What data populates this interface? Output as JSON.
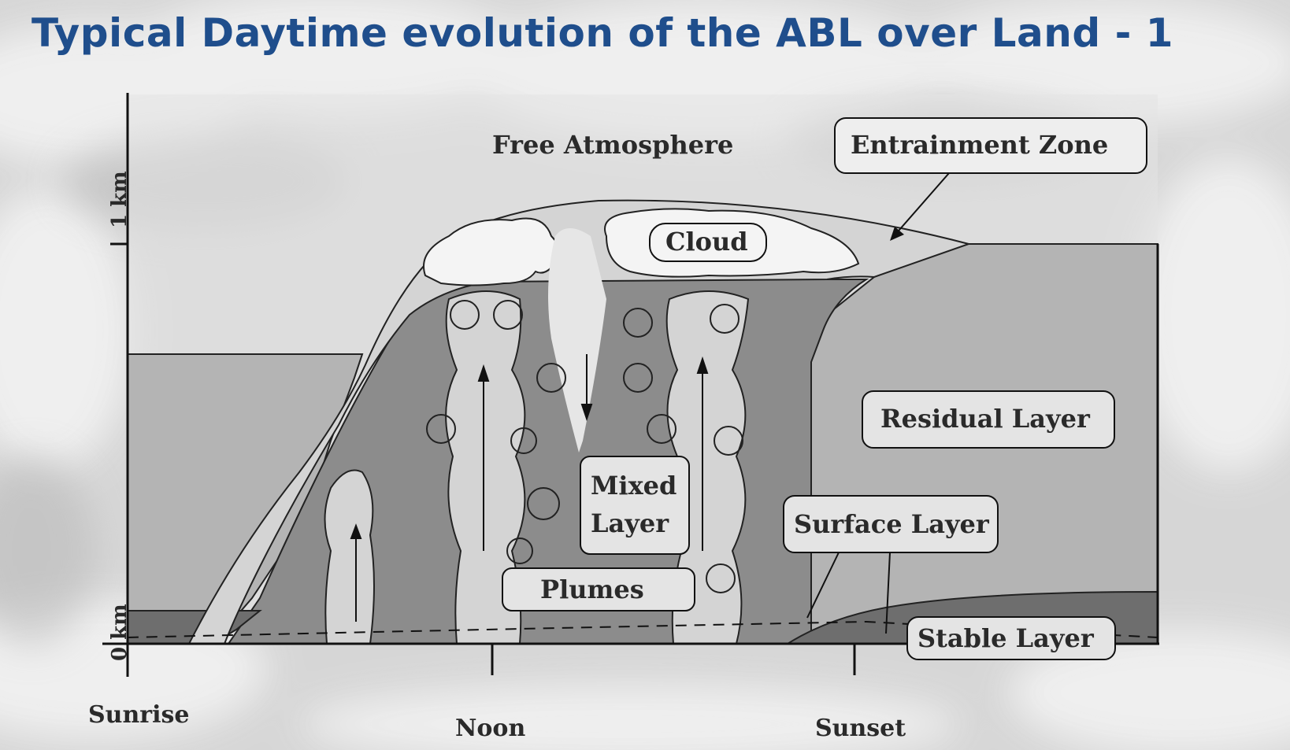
{
  "slide": {
    "title": "Typical Daytime evolution of the ABL over Land - 1"
  },
  "diagram": {
    "y_axis": {
      "top_label": "1 km",
      "bottom_label": "0 km"
    },
    "x_axis": {
      "ticks": [
        "Sunrise",
        "Noon",
        "Sunset"
      ]
    },
    "labels": {
      "free_atmosphere": "Free Atmosphere",
      "entrainment_zone": "Entrainment Zone",
      "cloud": "Cloud",
      "residual_layer": "Residual Layer",
      "mixed_layer_line1": "Mixed",
      "mixed_layer_line2": "Layer",
      "surface_layer": "Surface Layer",
      "plumes": "Plumes",
      "stable_layer": "Stable Layer"
    },
    "colors": {
      "title": "#1f4e8c",
      "residual_layer": "#b4b4b4",
      "mixed_layer": "#8c8c8c",
      "stable_layer": "#6e6e6e",
      "plumes": "#d4d4d4",
      "cloud": "#f4f4f4"
    }
  }
}
